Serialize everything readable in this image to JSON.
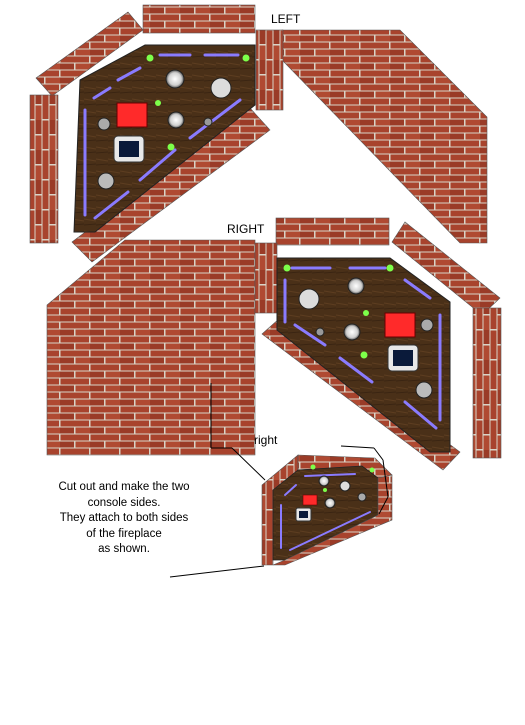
{
  "labels": {
    "left": "LEFT",
    "right_big": "RIGHT",
    "right_small": "right"
  },
  "instructions": {
    "lines": [
      "Cut out and make the two",
      "console sides.",
      "They attach to both sides",
      "of the fireplace",
      "as shown."
    ]
  },
  "colors": {
    "brick": "#a8432d",
    "brick_dark": "#7d2c1c",
    "mortar": "#d9d4c8",
    "console_wood": "#4a3018",
    "neon": "#8a7bff",
    "led": "#7dff4a",
    "display": "#ff2a2a"
  },
  "icons": {
    "gauge": "gauge-dial-icon",
    "led": "green-led-icon",
    "display": "red-digital-display-icon",
    "screen": "monitor-screen-icon"
  }
}
